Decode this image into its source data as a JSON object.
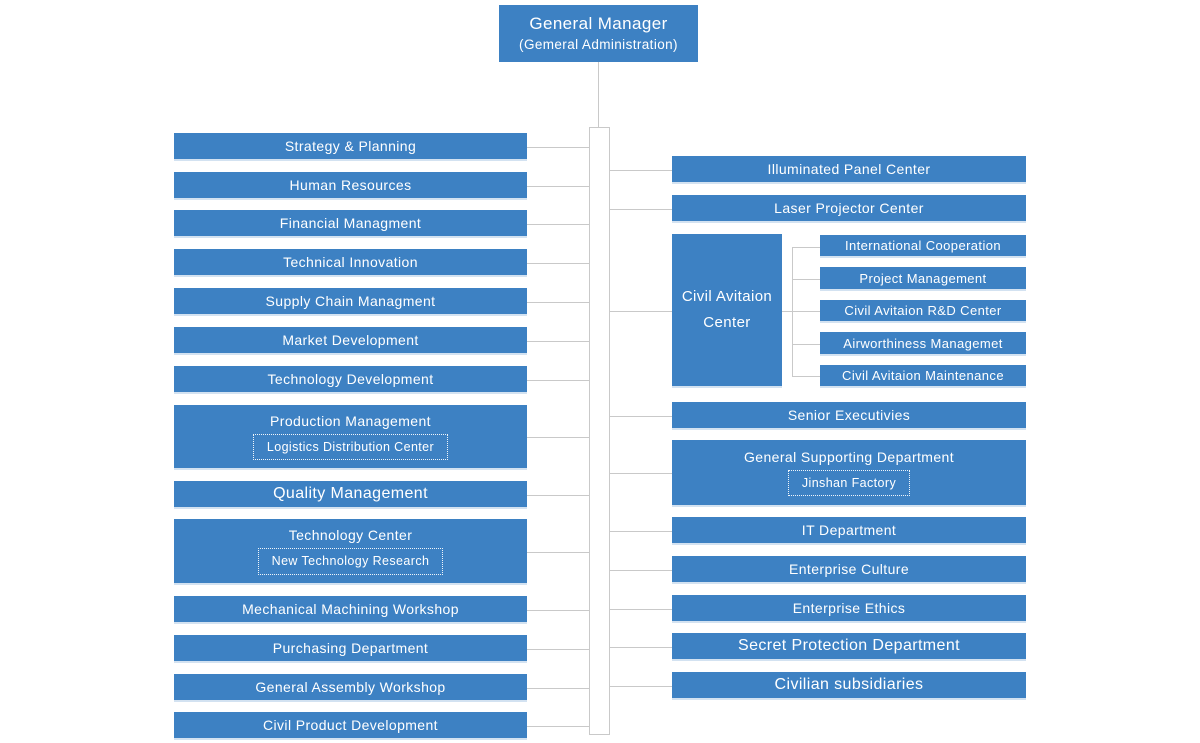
{
  "top_box": {
    "title": "General Manager",
    "subtitle": "(Gemeral Administration)"
  },
  "left_column": [
    {
      "label": "Strategy & Planning"
    },
    {
      "label": "Human Resources"
    },
    {
      "label": "Financial Managment"
    },
    {
      "label": "Technical Innovation"
    },
    {
      "label": "Supply Chain Managment"
    },
    {
      "label": "Market Development"
    },
    {
      "label": "Technology Development"
    },
    {
      "label": "Production Management",
      "sub": "Logistics Distribution Center"
    },
    {
      "label": "Quality Management"
    },
    {
      "label": "Technology Center",
      "sub": "New Technology Research"
    },
    {
      "label": "Mechanical Machining Workshop"
    },
    {
      "label": "Purchasing Department"
    },
    {
      "label": "General Assembly Workshop"
    },
    {
      "label": "Civil Product Development"
    }
  ],
  "right_column": [
    {
      "label": "Illuminated Panel Center"
    },
    {
      "label": "Laser Projector Center"
    },
    {
      "label": "Senior Executivies"
    },
    {
      "label": "General Supporting Department",
      "sub": "Jinshan Factory"
    },
    {
      "label": "IT Department"
    },
    {
      "label": "Enterprise Culture"
    },
    {
      "label": "Enterprise Ethics"
    },
    {
      "label": "Secret Protection Department"
    },
    {
      "label": "Civilian subsidiaries"
    }
  ],
  "civil_aviation": {
    "label": "Civil Avitaion Center",
    "children": [
      "International Cooperation",
      "Project Management",
      "Civil Avitaion R&D Center",
      "Airworthiness Managemet",
      "Civil Avitaion Maintenance"
    ]
  },
  "colors": {
    "box_blue": "#3d81c3",
    "box_edge_light": "#d3e2f1",
    "connector_gray": "#c9c9c9",
    "text": "#ffffff"
  }
}
